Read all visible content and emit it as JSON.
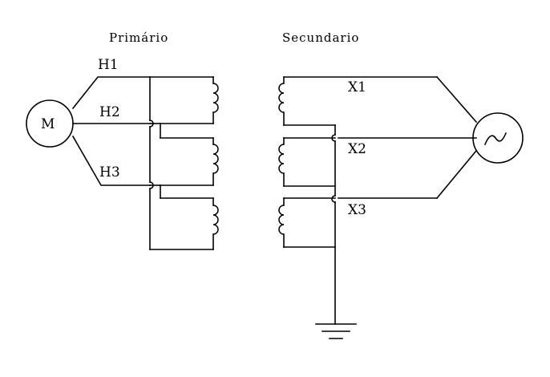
{
  "headers": {
    "primary": "Primário",
    "secondary": "Secundario"
  },
  "primary_labels": {
    "h1": "H1",
    "h2": "H2",
    "h3": "H3"
  },
  "secondary_labels": {
    "x1": "X1",
    "x2": "X2",
    "x3": "X3"
  },
  "motor": {
    "symbol": "M"
  },
  "generator": {
    "symbol": "~"
  },
  "icons": {
    "ground": "ground-icon",
    "motor": "motor-icon",
    "generator": "ac-source-icon"
  }
}
